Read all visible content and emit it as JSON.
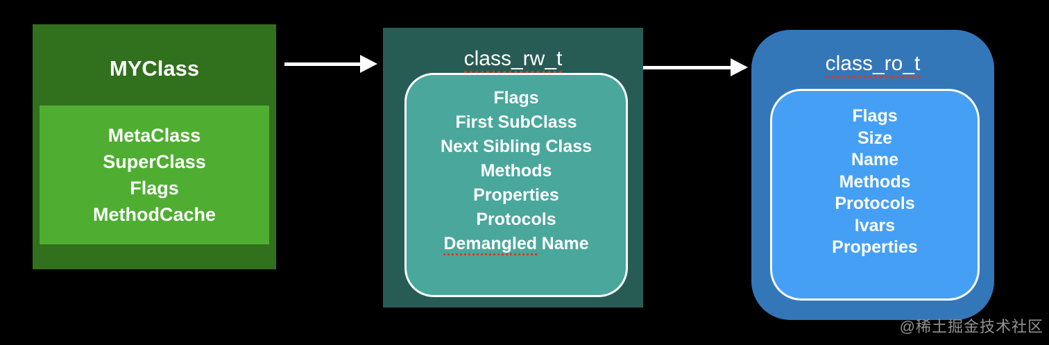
{
  "diagram": {
    "watermark": "@稀土掘金技术社区",
    "colors": {
      "background": "#000000",
      "green_outer": "#31701d",
      "green_inner": "#4fae31",
      "teal_outer": "#275c55",
      "teal_inner": "#4aa79c",
      "blue_outer": "#3377b9",
      "blue_inner": "#45a0f5",
      "text": "#ffffff",
      "spellcheck_underline": "#e2391c",
      "arrow": "#ffffff",
      "watermark_text": "#919191"
    },
    "nodes": [
      {
        "id": "myclass",
        "title": "MYClass",
        "items": [
          "MetaClass",
          "SuperClass",
          "Flags",
          "MethodCache"
        ]
      },
      {
        "id": "class_rw_t",
        "title": "class_rw_t",
        "items": [
          "Flags",
          "First SubClass",
          "Next Sibling Class",
          "Methods",
          "Properties",
          "Protocols"
        ],
        "last_item": {
          "underlined": "Demangled",
          "rest": "Name"
        }
      },
      {
        "id": "class_ro_t",
        "title": "class_ro_t",
        "items": [
          "Flags",
          "Size",
          "Name",
          "Methods",
          "Protocols",
          "Ivars",
          "Properties"
        ]
      }
    ]
  }
}
